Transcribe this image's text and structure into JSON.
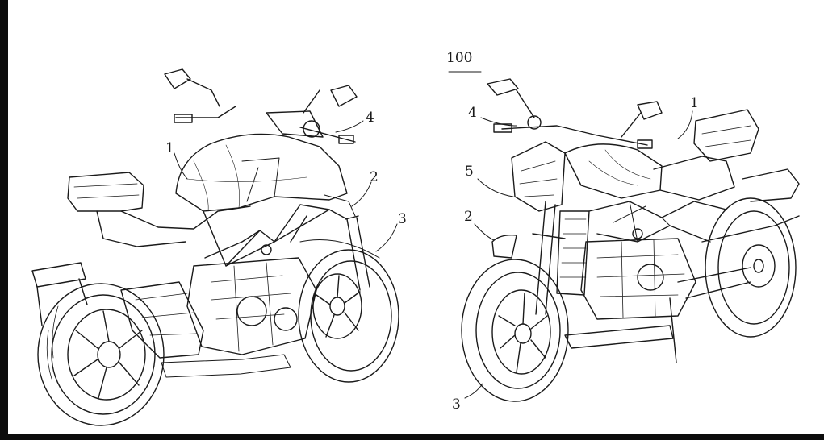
{
  "figure": {
    "reference_numeral": "100",
    "left_view_labels": {
      "tank": "1",
      "handlebar": "4",
      "frame": "2",
      "front_wheel": "3"
    },
    "right_view_labels": {
      "tank": "1",
      "handlebar": "4",
      "headlight": "5",
      "front_fairing": "2",
      "front_wheel": "3"
    }
  }
}
